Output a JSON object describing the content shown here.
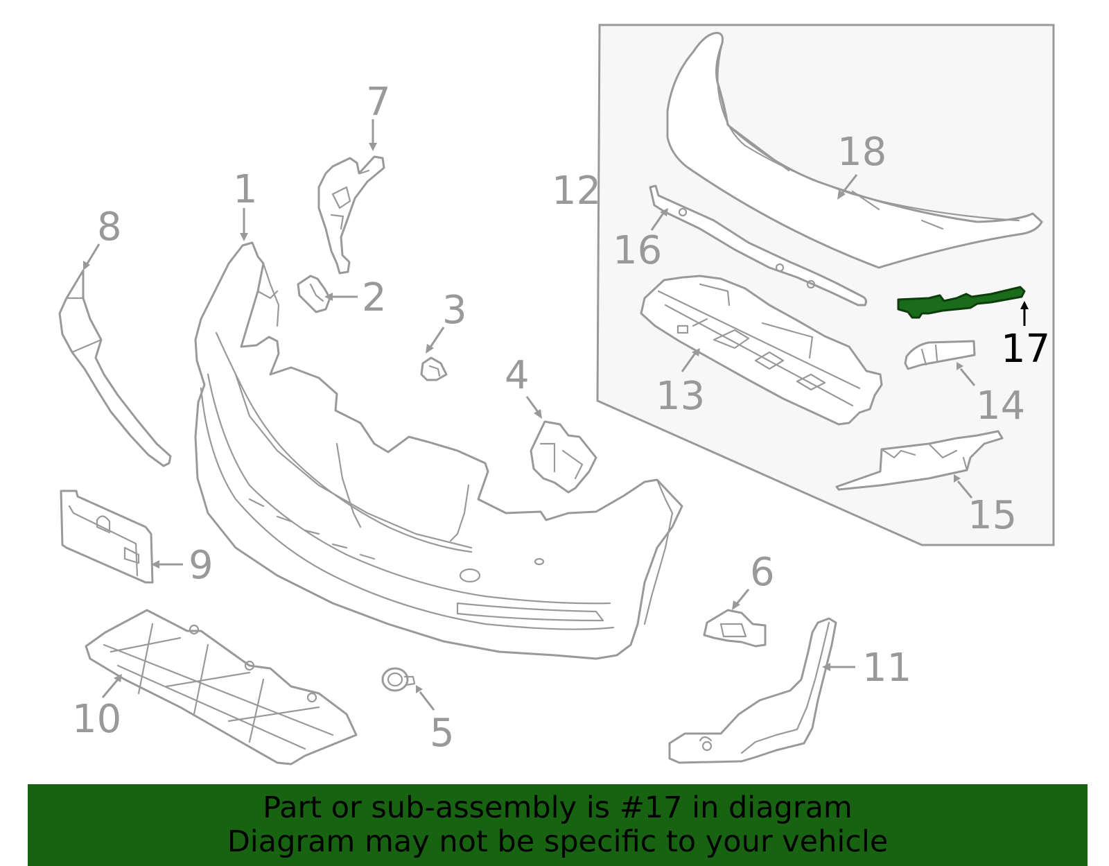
{
  "diagram": {
    "callouts": {
      "c1": "1",
      "c2": "2",
      "c3": "3",
      "c4": "4",
      "c5": "5",
      "c6": "6",
      "c7": "7",
      "c8": "8",
      "c9": "9",
      "c10": "10",
      "c11": "11",
      "c12": "12",
      "c13": "13",
      "c14": "14",
      "c15": "15",
      "c16": "16",
      "c17": "17",
      "c18": "18"
    },
    "highlighted_part": "17",
    "colors": {
      "part_stroke": "#999999",
      "highlight_fill": "#1a6b1a",
      "banner_bg": "#176312",
      "subassembly_panel_bg": "#f7f7f7"
    }
  },
  "banner": {
    "line1": "Part or sub-assembly is #17 in diagram",
    "line2": "Diagram may not be specific to your vehicle"
  }
}
